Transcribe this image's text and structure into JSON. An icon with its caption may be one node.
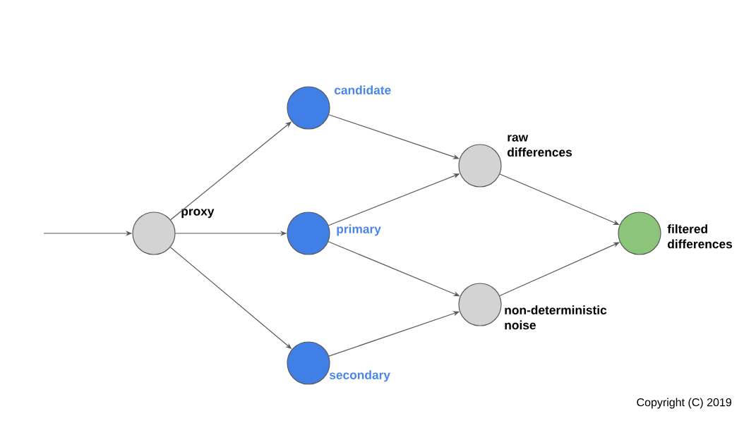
{
  "diagram": {
    "nodes": [
      {
        "text": [
          "proxy"
        ]
      },
      {
        "text": [
          "candidate"
        ]
      },
      {
        "text": [
          "primary"
        ]
      },
      {
        "text": [
          "secondary"
        ]
      },
      {
        "text": [
          "raw differences"
        ]
      },
      {
        "text": [
          "non-deterministic noise"
        ]
      },
      {
        "text": [
          "filtered differences"
        ]
      }
    ],
    "edges": [
      {
        "from": null,
        "to": 0,
        "arrow": "to"
      },
      {
        "from": 0,
        "to": 1,
        "arrow": "to"
      },
      {
        "from": 0,
        "to": 2,
        "arrow": "to"
      },
      {
        "from": 0,
        "to": 3,
        "arrow": "to"
      },
      {
        "from": 1,
        "to": 4,
        "arrow": "to"
      },
      {
        "from": 2,
        "to": 4,
        "arrow": "to"
      },
      {
        "from": 2,
        "to": 5,
        "arrow": "to"
      },
      {
        "from": 3,
        "to": 5,
        "arrow": "to"
      },
      {
        "from": 4,
        "to": 6,
        "arrow": "to"
      },
      {
        "from": 5,
        "to": 6,
        "arrow": "to"
      }
    ],
    "labels": [
      "Copyright (C) 2019"
    ]
  }
}
